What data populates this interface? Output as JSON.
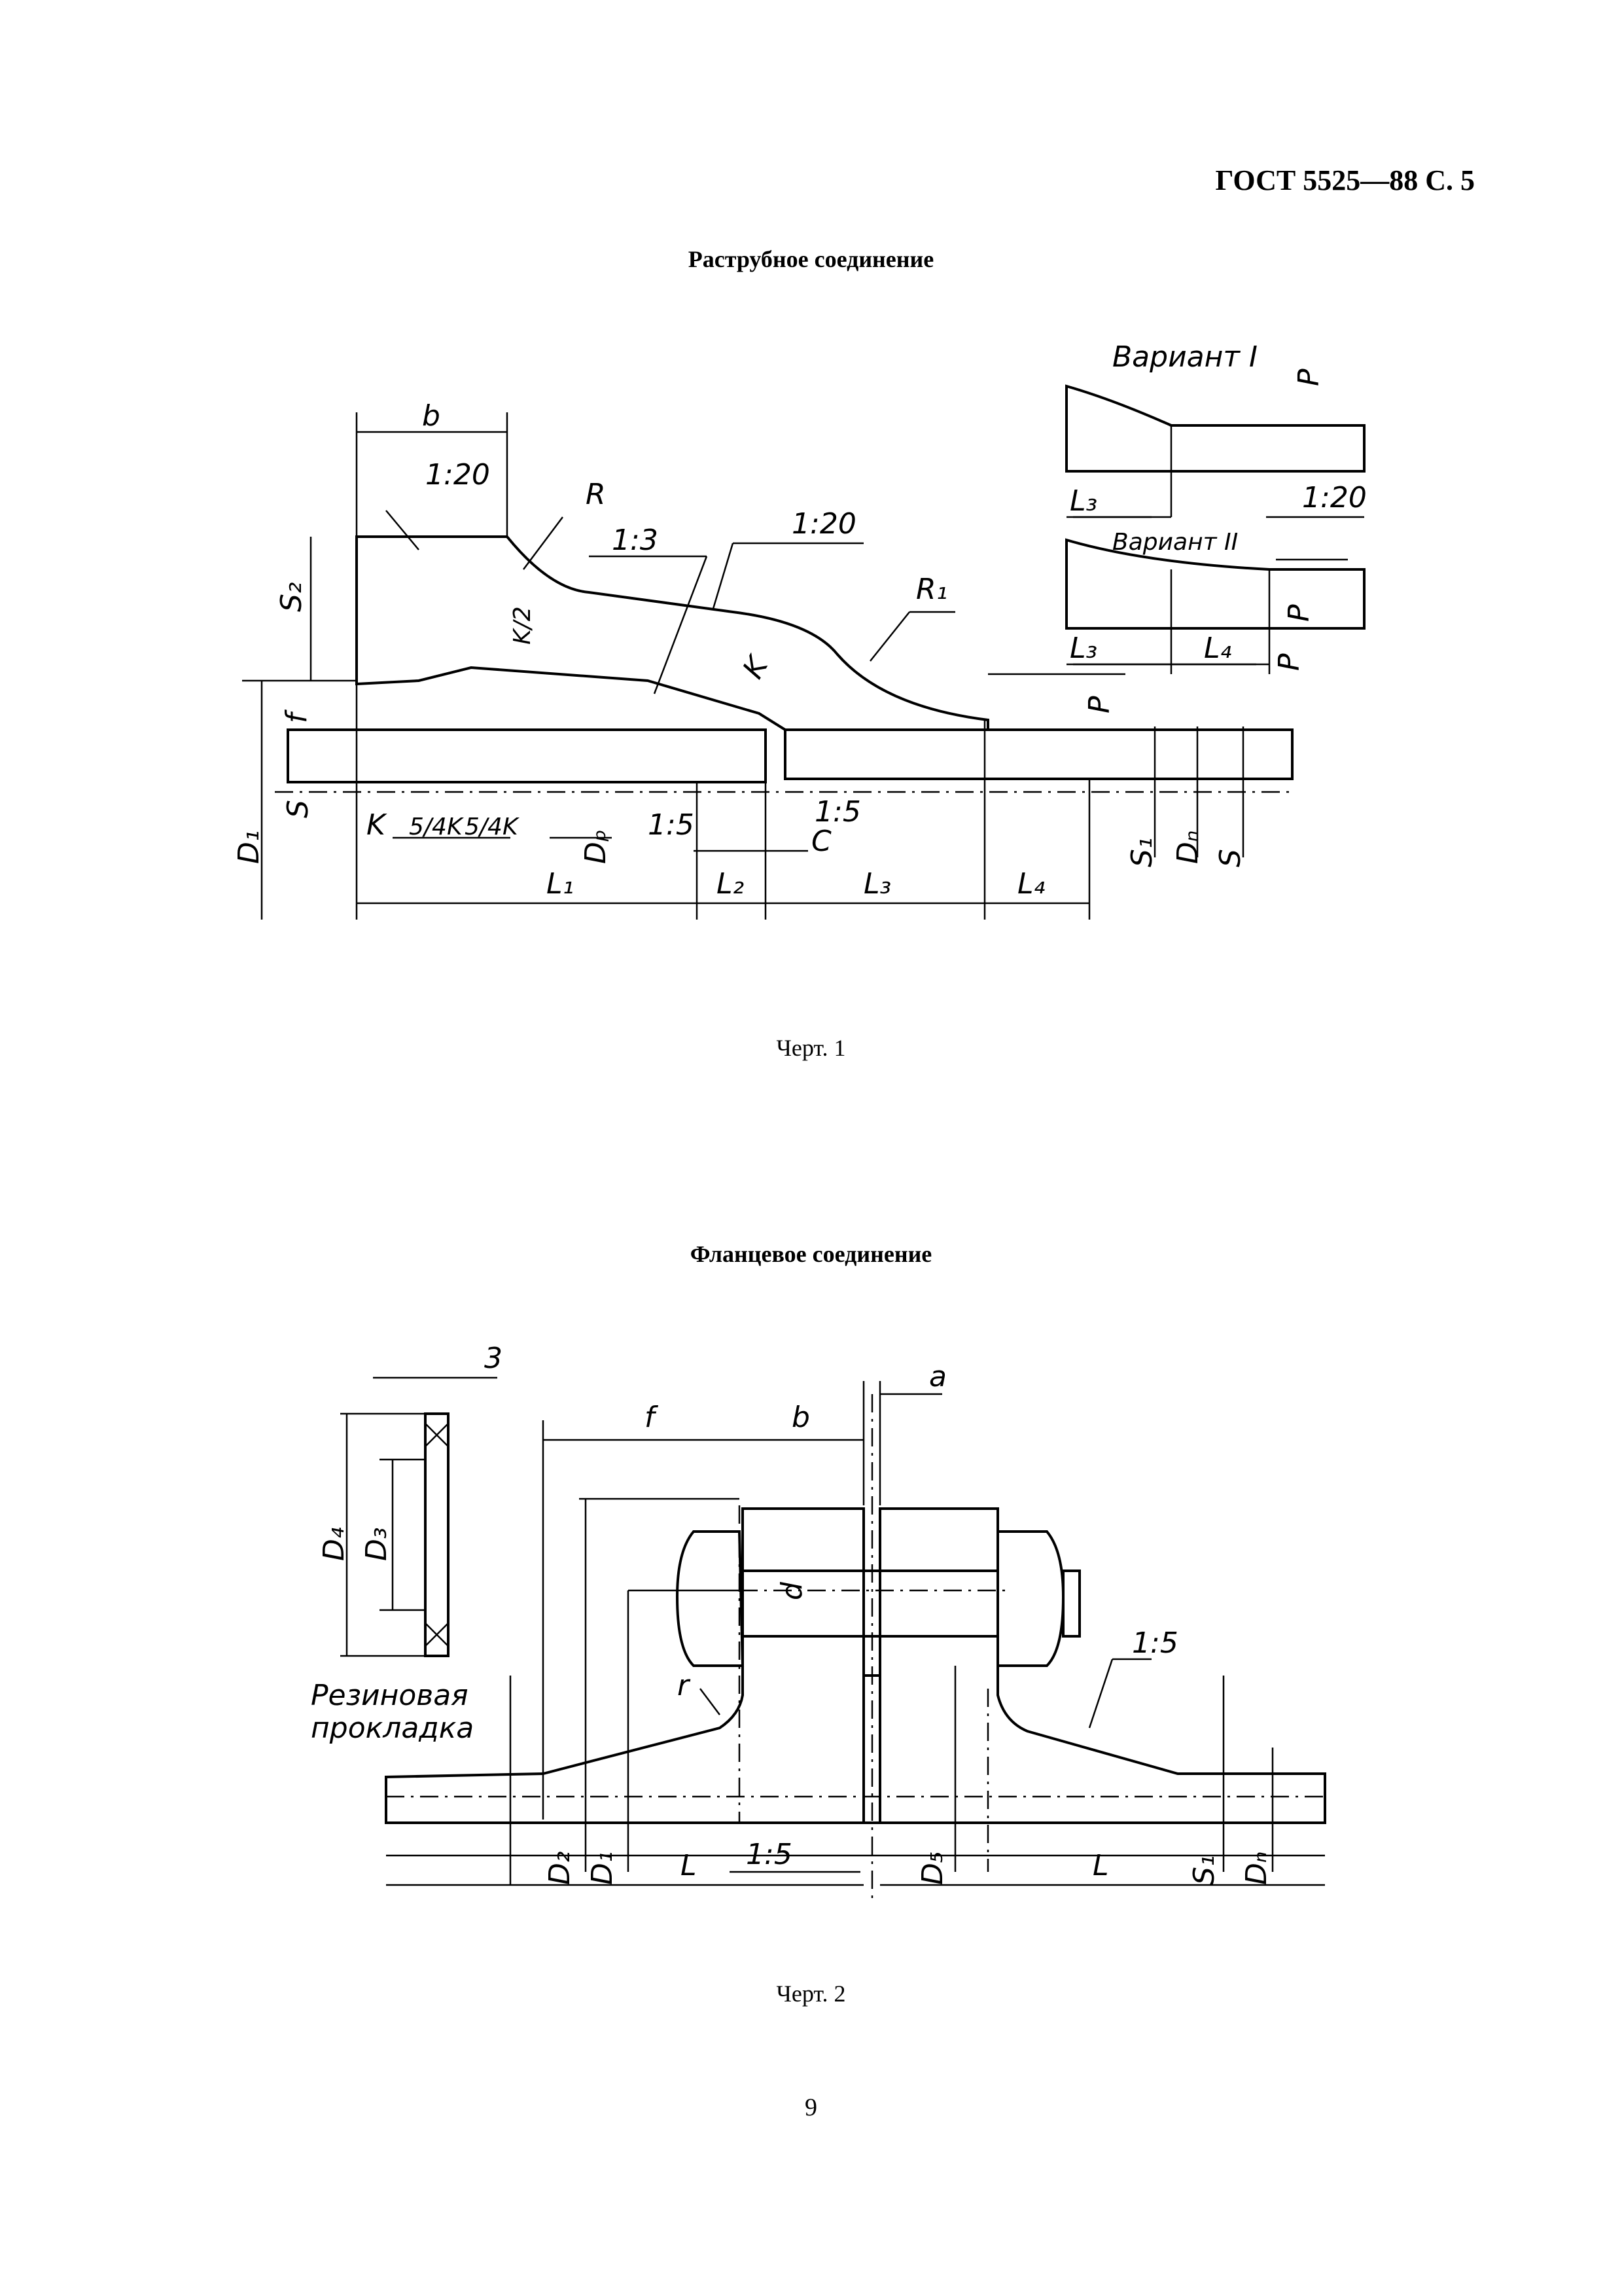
{
  "header": {
    "title": "ГОСТ 5525—88 С. 5"
  },
  "drawing1": {
    "title": "Раструбное соединение",
    "caption": "Черт. 1",
    "labels": {
      "variant1": "Вариант I",
      "variant2": "Вариант II",
      "b": "b",
      "slope_1_20": "1:20",
      "slope_1_20_top": "1:20",
      "slope_1_20_var": "1:20",
      "slope_1_3": "1:3",
      "slope_1_5_a": "1:5",
      "slope_1_5_b": "1:5",
      "R": "R",
      "R1": "R₁",
      "S2": "S₂",
      "K_half": "K/2",
      "K": "K",
      "K_left": "K",
      "five_quarter_k_1": "5/4K",
      "five_quarter_k_2": "5/4K",
      "f": "f",
      "S": "S",
      "S_right": "S",
      "S1": "S₁",
      "D1": "D₁",
      "Dp": "Dₚ",
      "Dn": "Dₙ",
      "C": "C",
      "L1": "L₁",
      "L2": "L₂",
      "L3": "L₃",
      "L4": "L₄",
      "P": "P",
      "L3_var1": "L₃",
      "L3_var2": "L₃",
      "L4_var2": "L₄",
      "P_var1": "P",
      "P_var2": "P",
      "P_var2b": "P"
    }
  },
  "drawing2": {
    "title": "Фланцевое соединение",
    "caption": "Черт. 2",
    "labels": {
      "three": "3",
      "a": "a",
      "f": "f",
      "b": "b",
      "d": "d",
      "r": "r",
      "D4": "D₄",
      "D3": "D₃",
      "gasket_line1": "Резиновая",
      "gasket_line2": "прокладка",
      "slope_1_5_top": "1:5",
      "slope_1_5_bottom": "1:5",
      "D2": "D₂",
      "D1": "D₁",
      "D5": "D₅",
      "L_left": "L",
      "L_right": "L",
      "S1": "S₁",
      "Dn": "Dₙ"
    }
  },
  "footer": {
    "page_number": "9"
  }
}
